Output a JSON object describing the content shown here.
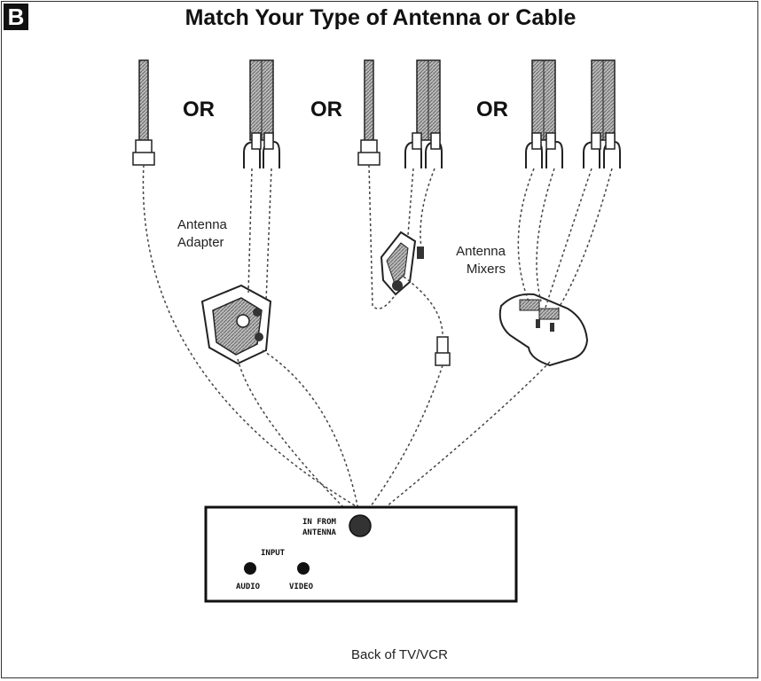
{
  "badge": "B",
  "title": "Match Your Type of Antenna or Cable",
  "or_labels": [
    "OR",
    "OR",
    "OR"
  ],
  "labels": {
    "antenna_adapter": [
      "Antenna",
      "Adapter"
    ],
    "antenna_mixers": [
      "Antenna",
      "Mixers"
    ]
  },
  "panel": {
    "in_from_antenna": [
      "IN FROM",
      "ANTENNA"
    ],
    "input": "INPUT",
    "audio": "AUDIO",
    "video": "VIDEO"
  },
  "caption": "Back of TV/VCR"
}
